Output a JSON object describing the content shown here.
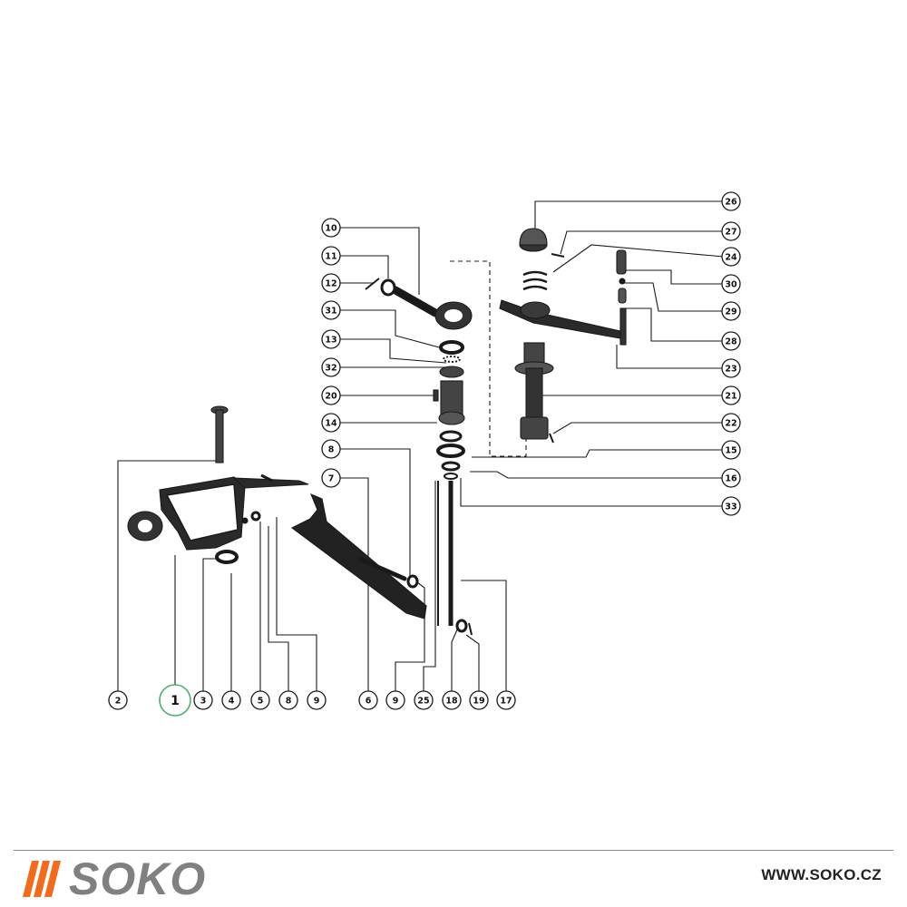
{
  "diagram": {
    "callouts": {
      "c26": "26",
      "c27": "27",
      "c24": "24",
      "c30": "30",
      "c29": "29",
      "c28": "28",
      "c23": "23",
      "c21": "21",
      "c22": "22",
      "c15": "15",
      "c16": "16",
      "c33": "33",
      "c10": "10",
      "c11": "11",
      "c12": "12",
      "c31": "31",
      "c13": "13",
      "c32": "32",
      "c20": "20",
      "c14": "14",
      "c8": "8",
      "c7": "7",
      "b2": "2",
      "b1": "1",
      "b3": "3",
      "b4": "4",
      "b5": "5",
      "b8": "8",
      "b9": "9",
      "b6": "6",
      "b9b": "9",
      "b25": "25",
      "b18": "18",
      "b19": "19",
      "b17": "17"
    },
    "highlight_color": "#4caf6a",
    "ink_color": "#1a1a1a"
  },
  "footer": {
    "brand": "SOKO",
    "brand_color": "#808080",
    "stripe_color": "#f26a1b",
    "url": "WWW.SOKO.CZ",
    "url_color": "#222222"
  }
}
